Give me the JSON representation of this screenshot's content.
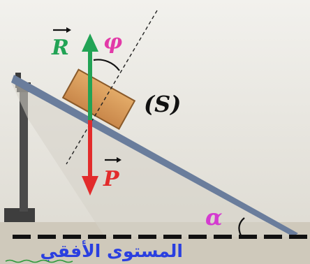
{
  "vectors": {
    "reaction": {
      "label": "R",
      "color": "#22a355"
    },
    "weight": {
      "label": "P",
      "color": "#e22b2b"
    }
  },
  "angles": {
    "phi": {
      "symbol": "φ",
      "color": "#e23aa8"
    },
    "alpha": {
      "symbol": "α",
      "color": "#d43bd0"
    }
  },
  "solid_label": "(S)",
  "ground_label": "المستوى الأفقي",
  "colors": {
    "block": "#d99b55",
    "ground_label": "#2a3fe0",
    "ground_label_underline": "#2e9a3a"
  }
}
